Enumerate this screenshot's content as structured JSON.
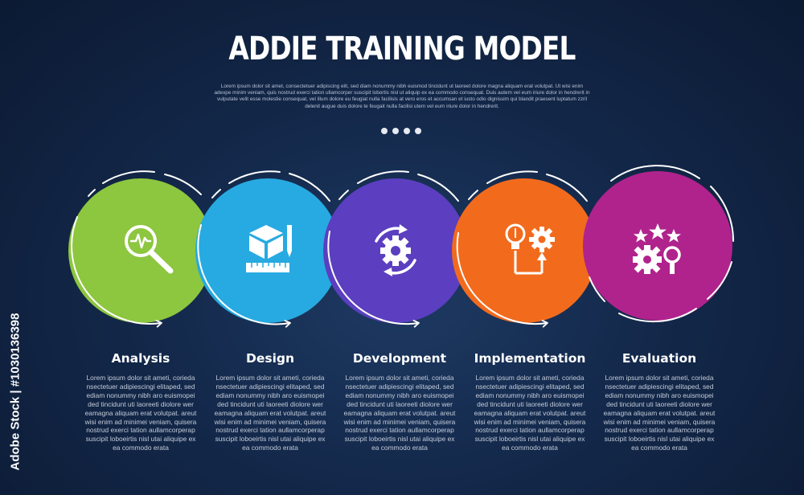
{
  "title": "ADDIE TRAINING MODEL",
  "intro": "Lorem ipsum dolor sit amet, consectetuer adipiscing elit, sed diam nonummy nibh euismod tincidunt ut laoreet dolore magna aliquam erat volutpat. Ut wisi enim adexpe minim veniam, quis nostrud exerci tation ullamcorper suscipit lobortis nisl ut aliquip ex ea commodo consequat. Duis autem vel eum iriure dolor in hendrerit in vulputate velit esse molestie consequat, vel illum dolore eu feugiat nulla facilisis at vero eros et accumsan et iusto odio dignissim qui blandit praesent luptatum zzril delenit augue duis dolore te feugait nulla facilisi utem vel eum iriure dolor in hendrerit.",
  "pagination_count": 4,
  "steps": [
    {
      "label": "Analysis",
      "color": "#8dc63f",
      "icon": "magnifier-pulse-icon",
      "desc": "Lorem ipsum dolor sit ameti, corieda nsectetuer adipiescingi elitaped, sed ediam nonummy nibh aro euismopei ded tincidunt uti laoreeti diolore wer eamagna aliquam erat volutpat. areut wisi enim ad minimei veniam, quisera nostrud exerci tation aullamcorperap suscipit loboeirtis nisl utai aliquipe ex ea commodo erata"
    },
    {
      "label": "Design",
      "color": "#27aae1",
      "icon": "box-ruler-pencil-icon",
      "desc": "Lorem ipsum dolor sit ameti, corieda nsectetuer adipiescingi elitaped, sed ediam nonummy nibh aro euismopei ded tincidunt uti laoreeti diolore wer eamagna aliquam erat volutpat. areut wisi enim ad minimei veniam, quisera nostrud exerci tation aullamcorperap suscipit loboeirtis nisl utai aliquipe ex ea commodo erata"
    },
    {
      "label": "Development",
      "color": "#5b3fc0",
      "icon": "gear-cycle-icon",
      "desc": "Lorem ipsum dolor sit ameti, corieda nsectetuer adipiescingi elitaped, sed ediam nonummy nibh aro euismopei ded tincidunt uti laoreeti diolore wer eamagna aliquam erat volutpat. areut wisi enim ad minimei veniam, quisera nostrud exerci tation aullamcorperap suscipit loboeirtis nisl utai aliquipe ex ea commodo erata"
    },
    {
      "label": "Implementation",
      "color": "#f26b1d",
      "icon": "bulb-gear-icon",
      "desc": "Lorem ipsum dolor sit ameti, corieda nsectetuer adipiescingi elitaped, sed ediam nonummy nibh aro euismopei ded tincidunt uti laoreeti diolore wer eamagna aliquam erat volutpat. areut wisi enim ad minimei veniam, quisera nostrud exerci tation aullamcorperap suscipit loboeirtis nisl utai aliquipe ex ea commodo erata"
    },
    {
      "label": "Evaluation",
      "color": "#b0238c",
      "icon": "stars-gear-search-icon",
      "desc": "Lorem ipsum dolor sit ameti, corieda nsectetuer adipiescingi elitaped, sed ediam nonummy nibh aro euismopei ded tincidunt uti laoreeti diolore wer eamagna aliquam erat volutpat. areut wisi enim ad minimei veniam, quisera nostrud exerci tation aullamcorperap suscipit loboeirtis nisl utai aliquipe ex ea commodo erata"
    }
  ],
  "watermark": "Adobe Stock | #1030136398"
}
